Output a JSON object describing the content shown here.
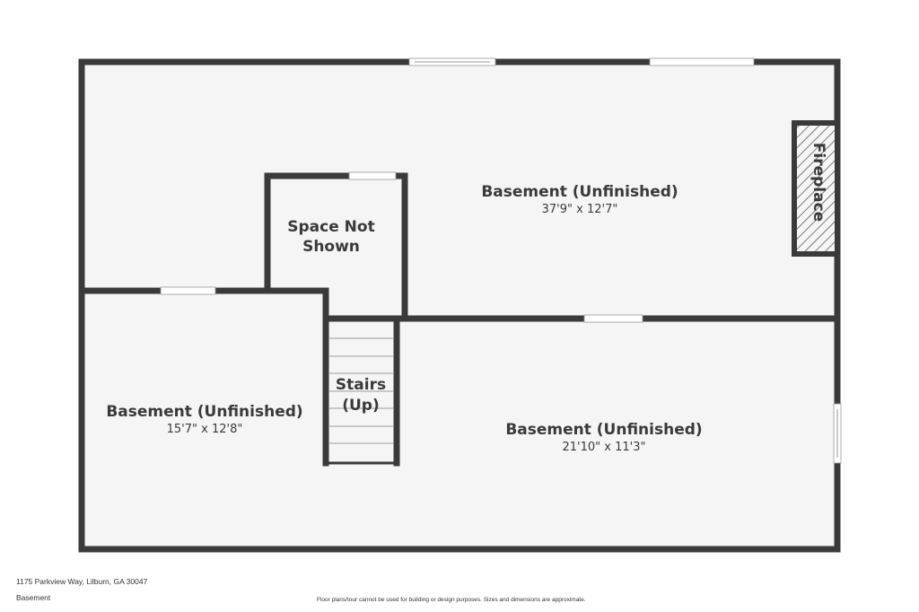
{
  "rooms": {
    "basement_top": {
      "name": "Basement (Unfinished)",
      "dims": "37'9\" x 12'7\""
    },
    "basement_left": {
      "name": "Basement (Unfinished)",
      "dims": "15'7\" x 12'8\""
    },
    "basement_right": {
      "name": "Basement (Unfinished)",
      "dims": "21'10\" x 11'3\""
    },
    "space_not_shown": {
      "line1": "Space Not",
      "line2": "Shown"
    },
    "stairs": {
      "line1": "Stairs",
      "line2": "(Up)"
    },
    "fireplace": {
      "name": "Fireplace"
    }
  },
  "footer": {
    "address": "1175 Parkview Way, Lilburn, GA 30047",
    "level": "Basement",
    "disclaimer": "Floor plans/tour cannot be used for building or design purposes. Sizes and dimensions are approximate."
  },
  "colors": {
    "wall": "#3a3a3a",
    "floor": "#f5f5f5",
    "background": "#ffffff"
  }
}
